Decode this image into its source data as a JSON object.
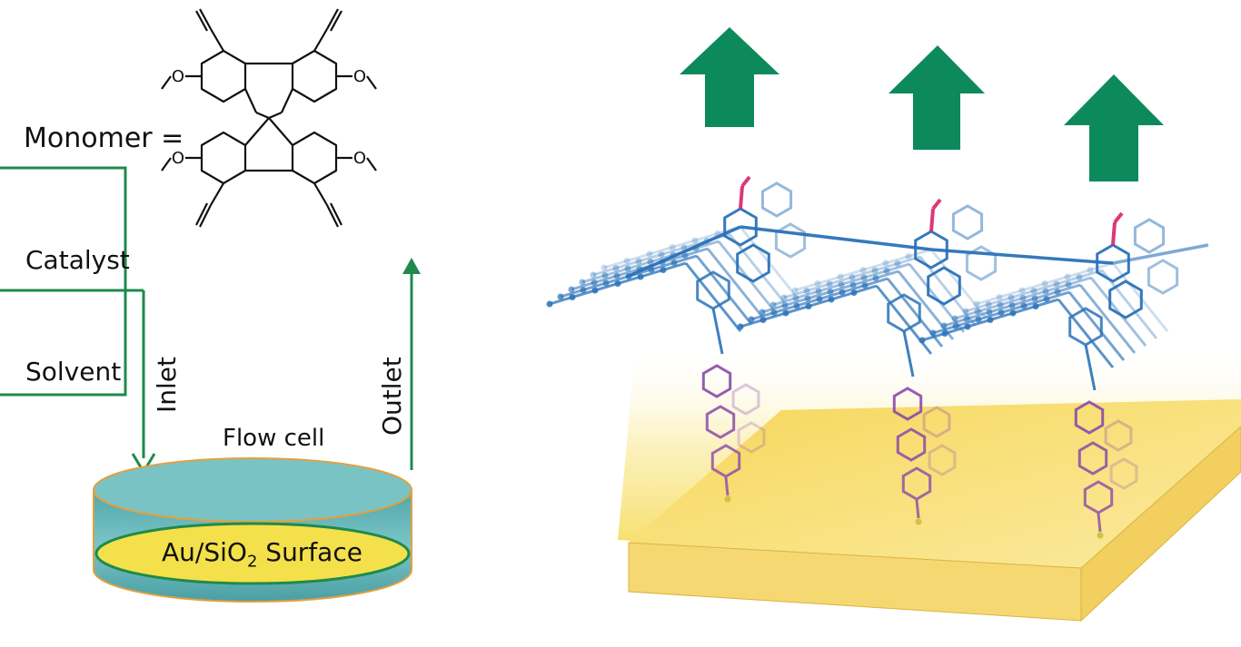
{
  "labels": {
    "monomer": "Monomer =",
    "catalyst": "Catalyst",
    "solvent": "Solvent",
    "inlet": "Inlet",
    "outlet": "Outlet",
    "flow_cell": "Flow cell",
    "surface_prefix": "Au/SiO",
    "surface_sub": "2",
    "surface_suffix": " Surface"
  },
  "chem_labels": {
    "methoxy": "O"
  },
  "colors": {
    "line_green": "#1f8a4c",
    "arrow_green": "#0c8a5c",
    "cell_teal": "#6ab9bc",
    "cell_rim": "#e2a040",
    "surface_yellow": "#f4e04a",
    "slab_yellow": "#f7e48a",
    "mol_blue": "#2a72b8",
    "mol_purple": "#8a4aa8",
    "mol_red": "#d8246a"
  },
  "icons": {
    "arrow": "up-arrow-icon"
  }
}
